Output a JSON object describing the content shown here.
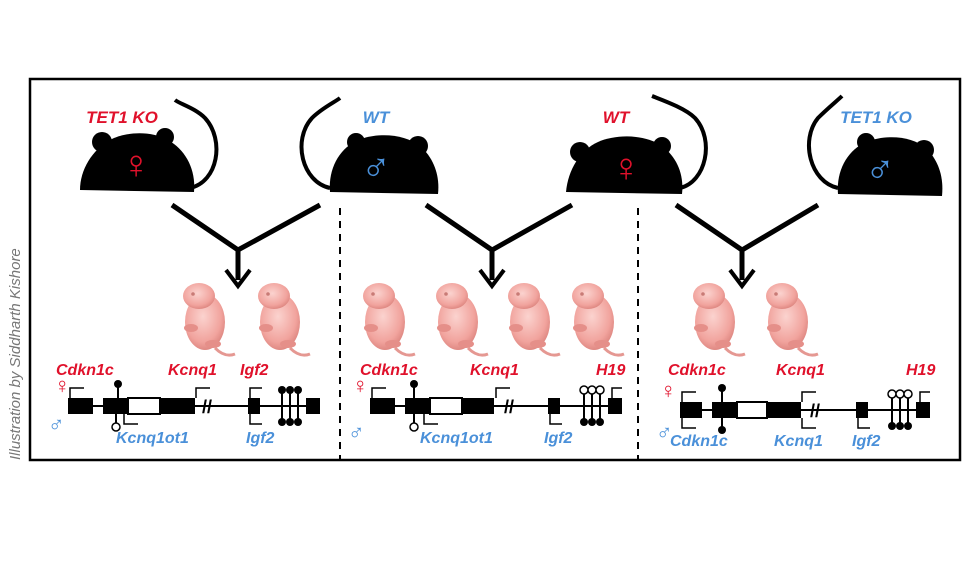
{
  "credit": "Illustration by Siddharth Kishore",
  "colors": {
    "maternal": "#e0112b",
    "paternal": "#4a90d9",
    "pup": "#f2aaa6",
    "line": "#000000"
  },
  "panels": [
    {
      "female_label": "TET1 KO",
      "male_label": "WT",
      "maternal_genes": [
        "Cdkn1c",
        "Kcnq1",
        "Igf2"
      ],
      "paternal_genes": [
        "Kcnq1ot1",
        "Igf2"
      ]
    },
    {
      "female_label": "",
      "male_label": "",
      "maternal_genes": [
        "Cdkn1c",
        "Kcnq1",
        "H19"
      ],
      "paternal_genes": [
        "Kcnq1ot1",
        "Igf2"
      ]
    },
    {
      "female_label": "WT",
      "male_label": "TET1 KO",
      "maternal_genes": [
        "Cdkn1c",
        "Kcnq1",
        "H19"
      ],
      "paternal_genes": [
        "Cdkn1c",
        "Kcnq1",
        "Igf2"
      ]
    }
  ],
  "symbols": {
    "female": "♀",
    "male": "♂"
  }
}
